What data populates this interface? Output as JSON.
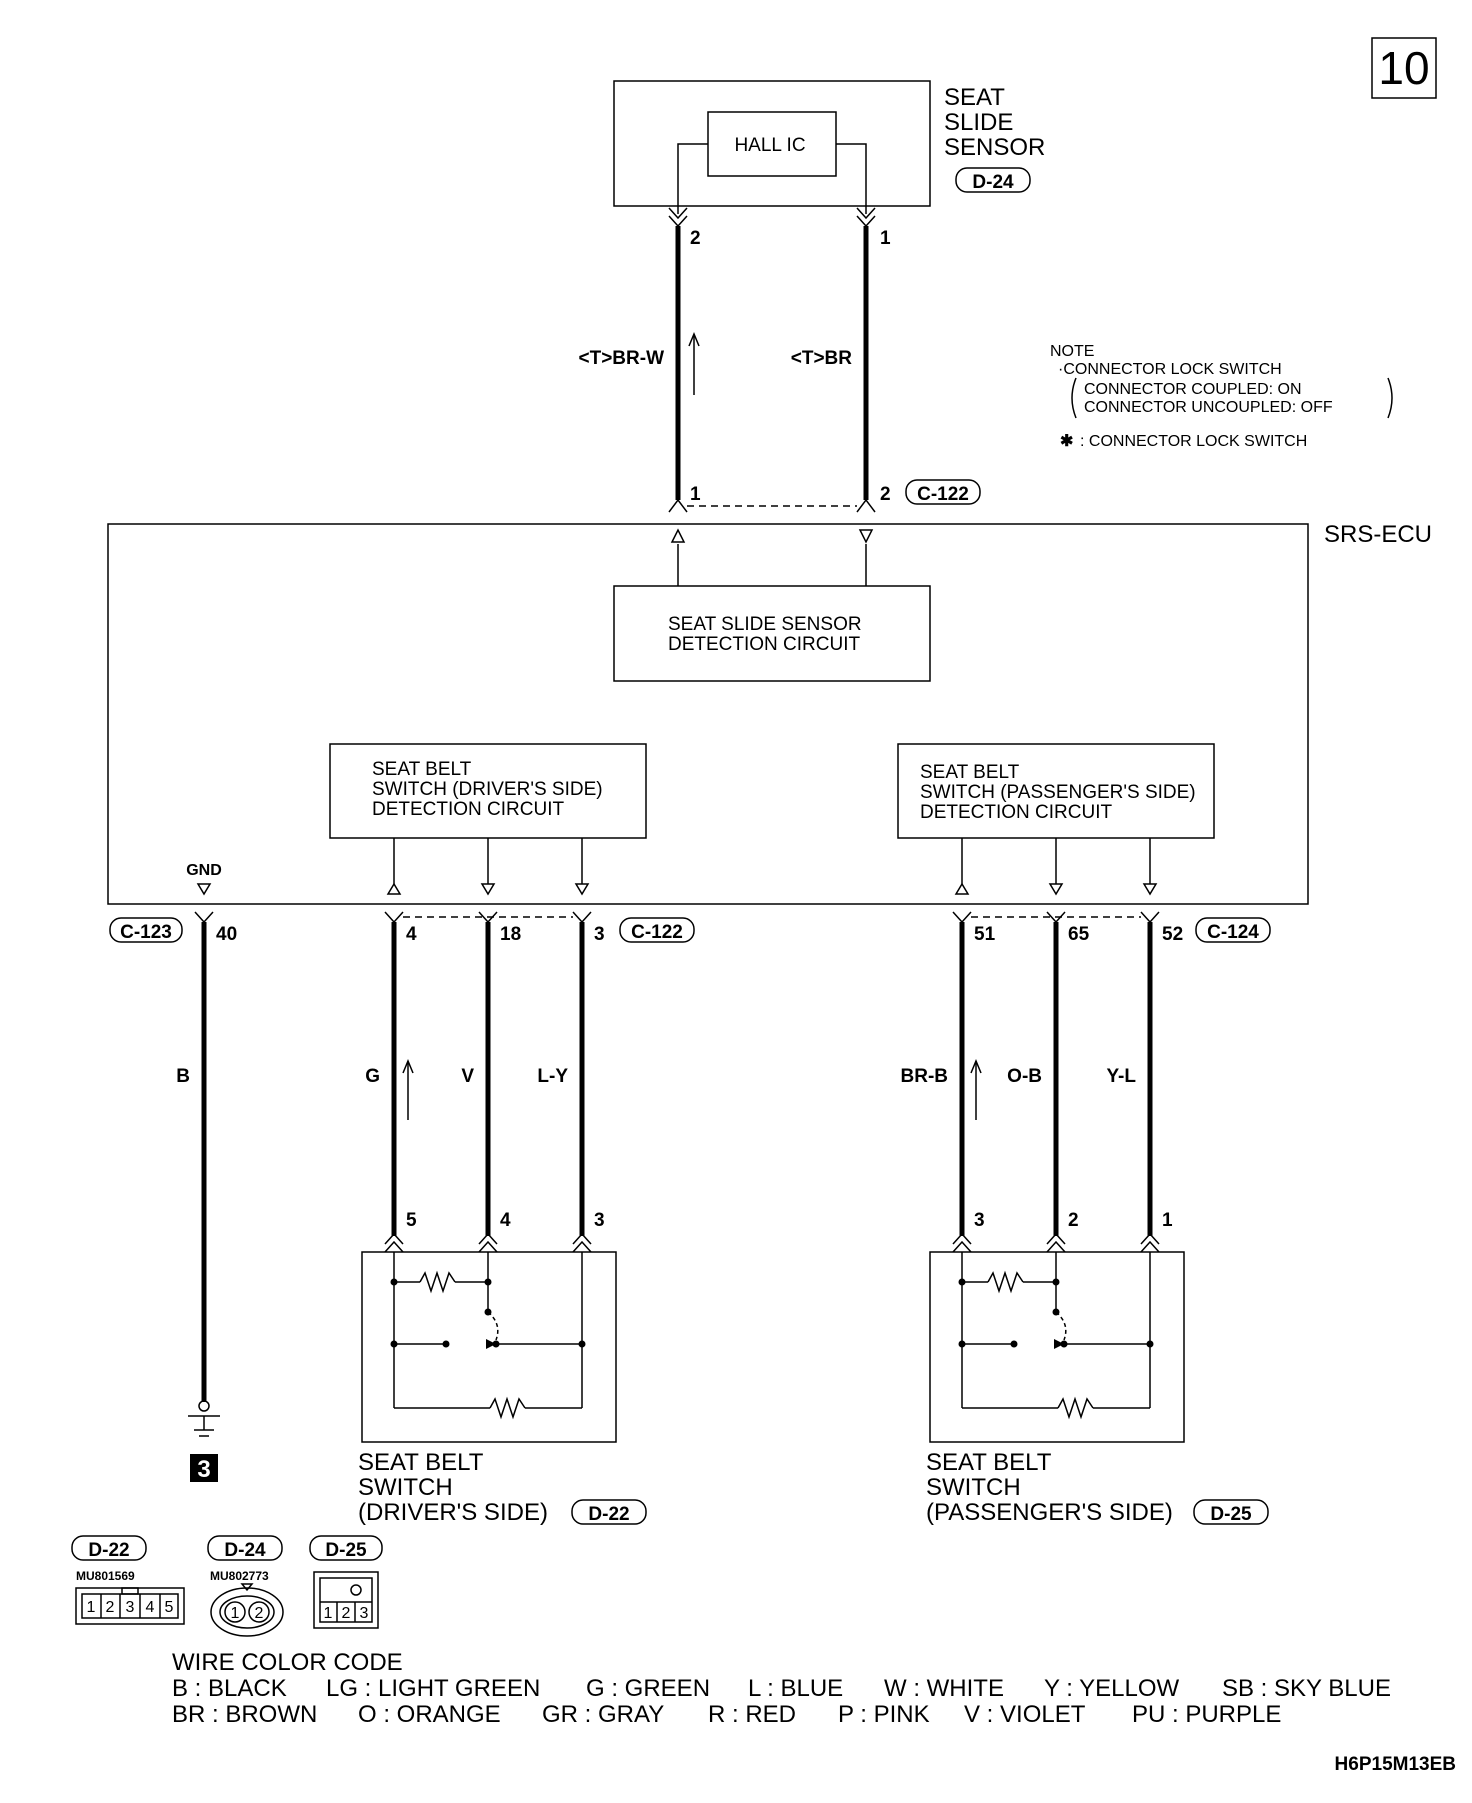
{
  "page": {
    "page_number": "10",
    "figure_id": "H6P15M13EB"
  },
  "sensor": {
    "title_lines": [
      "SEAT",
      "SLIDE",
      "SENSOR"
    ],
    "connector": "D-24",
    "ic_label": "HALL IC",
    "pin_left": "2",
    "pin_right": "1"
  },
  "top_wires": {
    "left_color": "<T>BR-W",
    "right_color": "<T>BR",
    "ecu_pin_left": "1",
    "ecu_pin_right": "2",
    "ecu_connector": "C-122"
  },
  "note": {
    "title": "NOTE",
    "line1": "·CONNECTOR LOCK SWITCH",
    "line2": "CONNECTOR COUPLED: ON",
    "line3": "CONNECTOR UNCOUPLED: OFF",
    "star": "✱",
    "line4": ": CONNECTOR LOCK SWITCH"
  },
  "ecu": {
    "label": "SRS-ECU",
    "slide_circuit": [
      "SEAT SLIDE SENSOR",
      "DETECTION CIRCUIT"
    ],
    "driver_circuit": [
      "SEAT BELT",
      "SWITCH (DRIVER'S SIDE)",
      "DETECTION CIRCUIT"
    ],
    "passenger_circuit": [
      "SEAT BELT",
      "SWITCH (PASSENGER'S SIDE)",
      "DETECTION CIRCUIT"
    ],
    "gnd_label": "GND"
  },
  "bottom": {
    "gnd_connector": "C-123",
    "gnd_pin": "40",
    "gnd_wire": "B",
    "ground_ref": "3",
    "driver_pins": [
      "4",
      "18",
      "3"
    ],
    "driver_connector": "C-122",
    "driver_wires": [
      "G",
      "V",
      "L-Y"
    ],
    "driver_switch_pins": [
      "5",
      "4",
      "3"
    ],
    "passenger_pins": [
      "51",
      "65",
      "52"
    ],
    "passenger_connector": "C-124",
    "passenger_wires": [
      "BR-B",
      "O-B",
      "Y-L"
    ],
    "passenger_switch_pins": [
      "3",
      "2",
      "1"
    ]
  },
  "switches": {
    "driver_lines": [
      "SEAT BELT",
      "SWITCH",
      "(DRIVER'S SIDE)"
    ],
    "driver_connector": "D-22",
    "passenger_lines": [
      "SEAT BELT",
      "SWITCH",
      "(PASSENGER'S SIDE)"
    ],
    "passenger_connector": "D-25"
  },
  "connectors_legend": [
    {
      "id": "D-22",
      "part": "MU801569",
      "pins": [
        "1",
        "2",
        "3",
        "4",
        "5"
      ]
    },
    {
      "id": "D-24",
      "part": "MU802773",
      "pins": [
        "1",
        "2"
      ]
    },
    {
      "id": "D-25",
      "part": "",
      "pins": [
        "1",
        "2",
        "3"
      ]
    }
  ],
  "wire_color_code": {
    "title": "WIRE COLOR CODE",
    "row1": [
      "B : BLACK",
      "LG : LIGHT GREEN",
      "G : GREEN",
      "L : BLUE",
      "W : WHITE",
      "Y : YELLOW",
      "SB : SKY BLUE"
    ],
    "row2": [
      "BR : BROWN",
      "O : ORANGE",
      "GR : GRAY",
      "R : RED",
      "P : PINK",
      "V : VIOLET",
      "PU : PURPLE"
    ]
  }
}
